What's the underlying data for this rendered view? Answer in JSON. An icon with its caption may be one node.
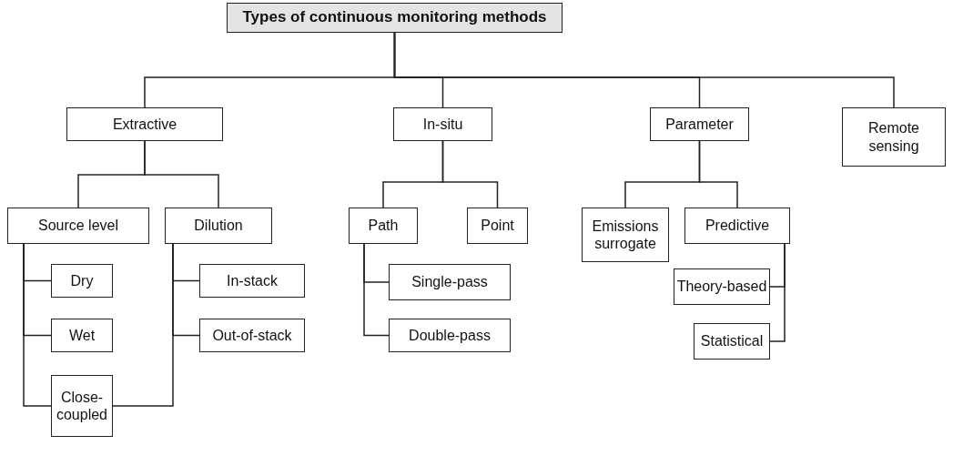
{
  "diagram": {
    "nodes": [
      {
        "text": [
          "Types of continuous monitoring methods"
        ]
      },
      {
        "text": [
          "Extractive"
        ]
      },
      {
        "text": [
          "In-situ"
        ]
      },
      {
        "text": [
          "Parameter"
        ]
      },
      {
        "text": [
          "Remote sensing"
        ]
      },
      {
        "text": [
          "Source level"
        ]
      },
      {
        "text": [
          "Dilution"
        ]
      },
      {
        "text": [
          "Path"
        ]
      },
      {
        "text": [
          "Point"
        ]
      },
      {
        "text": [
          "Emissions surrogate"
        ]
      },
      {
        "text": [
          "Predictive"
        ]
      },
      {
        "text": [
          "Dry"
        ]
      },
      {
        "text": [
          "Wet"
        ]
      },
      {
        "text": [
          "Close-coupled"
        ]
      },
      {
        "text": [
          "In-stack"
        ]
      },
      {
        "text": [
          "Out-of-stack"
        ]
      },
      {
        "text": [
          "Single-pass"
        ]
      },
      {
        "text": [
          "Double-pass"
        ]
      },
      {
        "text": [
          "Theory-based"
        ]
      },
      {
        "text": [
          "Statistical"
        ]
      }
    ],
    "edges": [
      {
        "from": 0,
        "to": 1,
        "arrow": "none"
      },
      {
        "from": 0,
        "to": 2,
        "arrow": "none"
      },
      {
        "from": 0,
        "to": 3,
        "arrow": "none"
      },
      {
        "from": 0,
        "to": 4,
        "arrow": "none"
      },
      {
        "from": 1,
        "to": 5,
        "arrow": "none"
      },
      {
        "from": 1,
        "to": 6,
        "arrow": "none"
      },
      {
        "from": 2,
        "to": 7,
        "arrow": "none"
      },
      {
        "from": 2,
        "to": 8,
        "arrow": "none"
      },
      {
        "from": 3,
        "to": 9,
        "arrow": "none"
      },
      {
        "from": 3,
        "to": 10,
        "arrow": "none"
      },
      {
        "from": 5,
        "to": 11,
        "arrow": "none"
      },
      {
        "from": 5,
        "to": 12,
        "arrow": "none"
      },
      {
        "from": 5,
        "to": 13,
        "arrow": "none"
      },
      {
        "from": 6,
        "to": 14,
        "arrow": "none"
      },
      {
        "from": 6,
        "to": 15,
        "arrow": "none"
      },
      {
        "from": 6,
        "to": 13,
        "arrow": "none"
      },
      {
        "from": 7,
        "to": 16,
        "arrow": "none"
      },
      {
        "from": 7,
        "to": 17,
        "arrow": "none"
      },
      {
        "from": 10,
        "to": 18,
        "arrow": "none"
      },
      {
        "from": 10,
        "to": 19,
        "arrow": "none"
      }
    ]
  }
}
